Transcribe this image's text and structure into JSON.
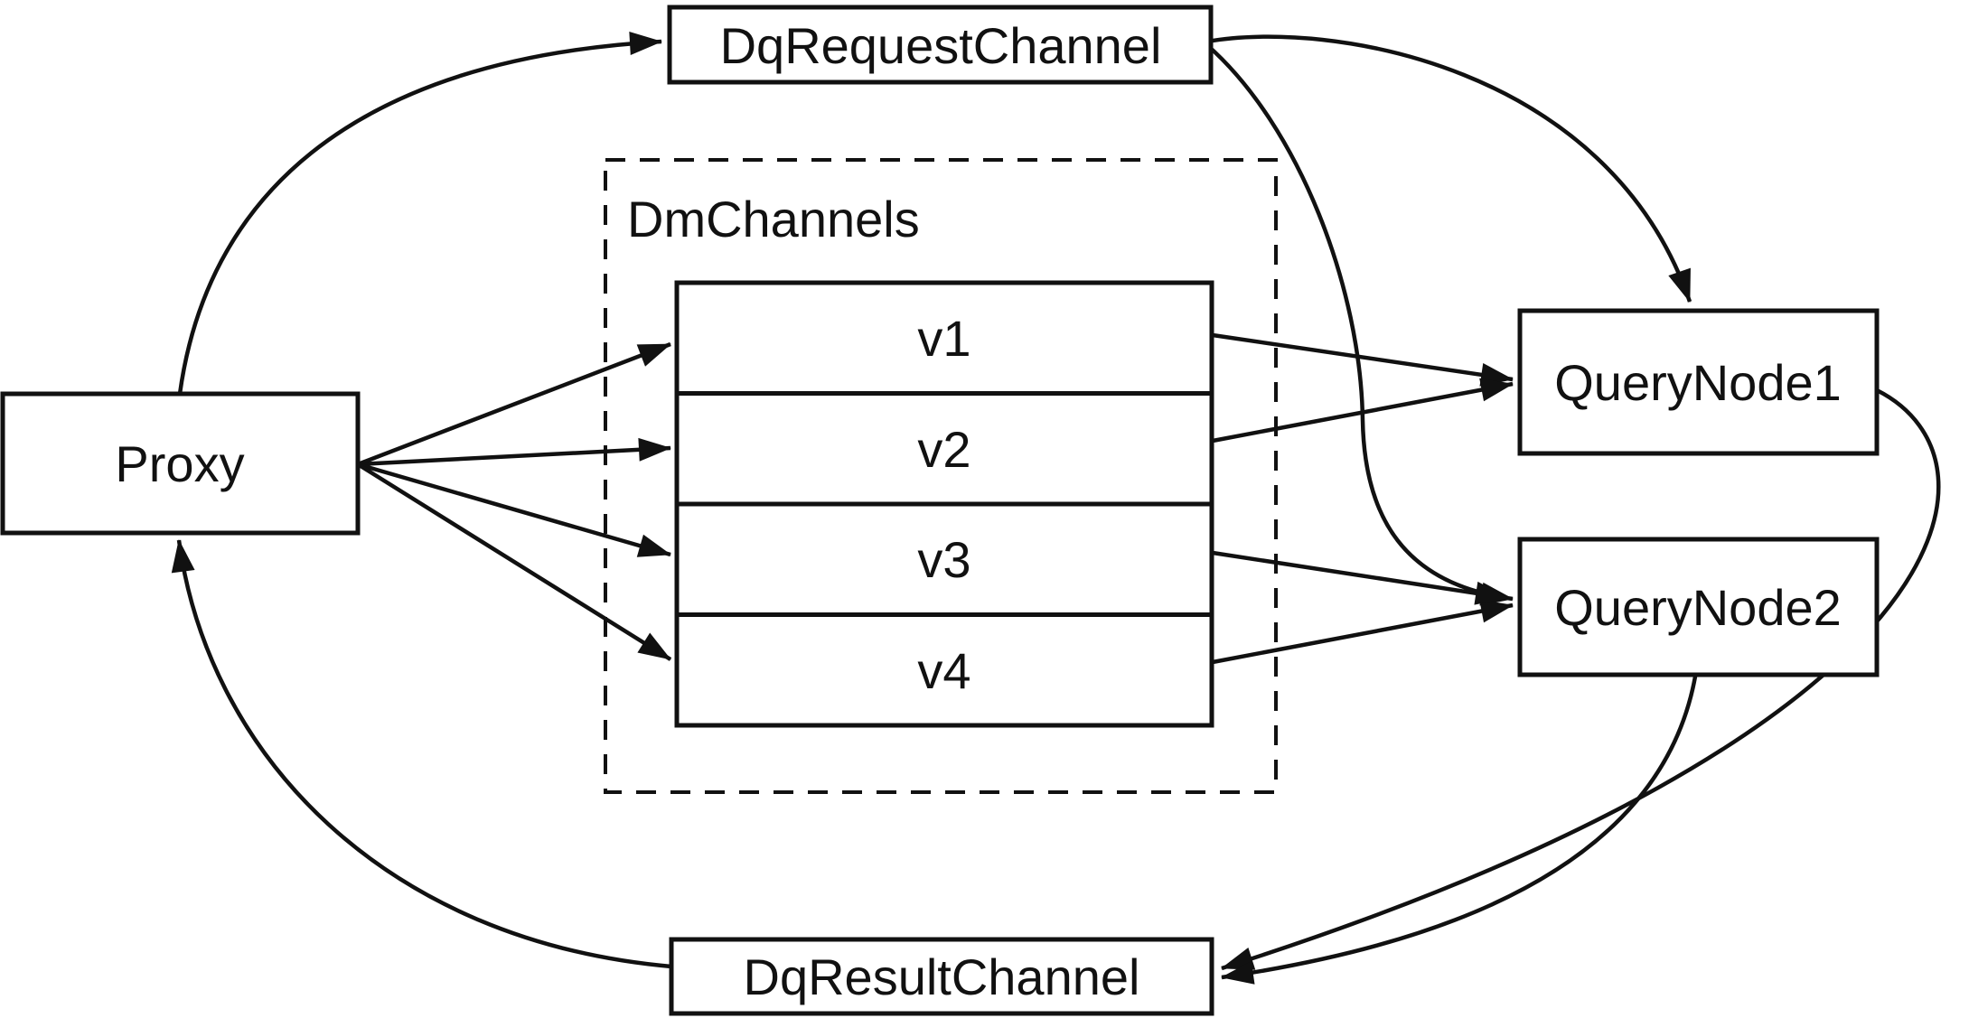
{
  "diagram": {
    "background_color": "#ffffff",
    "stroke_color": "#111111",
    "node_fill_color": "#ffffff",
    "nodes": {
      "proxy": {
        "label": "Proxy"
      },
      "dq_request_channel": {
        "label": "DqRequestChannel"
      },
      "dm_channels": {
        "label": "DmChannels",
        "channels": [
          {
            "label": "v1"
          },
          {
            "label": "v2"
          },
          {
            "label": "v3"
          },
          {
            "label": "v4"
          }
        ]
      },
      "query_node_1": {
        "label": "QueryNode1"
      },
      "query_node_2": {
        "label": "QueryNode2"
      },
      "dq_result_channel": {
        "label": "DqResultChannel"
      }
    },
    "edges": [
      {
        "from": "proxy",
        "to": "dq_request_channel"
      },
      {
        "from": "proxy",
        "to": "dm_channels.v1"
      },
      {
        "from": "proxy",
        "to": "dm_channels.v2"
      },
      {
        "from": "proxy",
        "to": "dm_channels.v3"
      },
      {
        "from": "proxy",
        "to": "dm_channels.v4"
      },
      {
        "from": "dm_channels.v1",
        "to": "query_node_1"
      },
      {
        "from": "dm_channels.v2",
        "to": "query_node_1"
      },
      {
        "from": "dm_channels.v3",
        "to": "query_node_2"
      },
      {
        "from": "dm_channels.v4",
        "to": "query_node_2"
      },
      {
        "from": "dq_request_channel",
        "to": "query_node_1"
      },
      {
        "from": "dq_request_channel",
        "to": "query_node_2"
      },
      {
        "from": "query_node_1",
        "to": "dq_result_channel"
      },
      {
        "from": "query_node_2",
        "to": "dq_result_channel"
      },
      {
        "from": "dq_result_channel",
        "to": "proxy"
      }
    ]
  }
}
